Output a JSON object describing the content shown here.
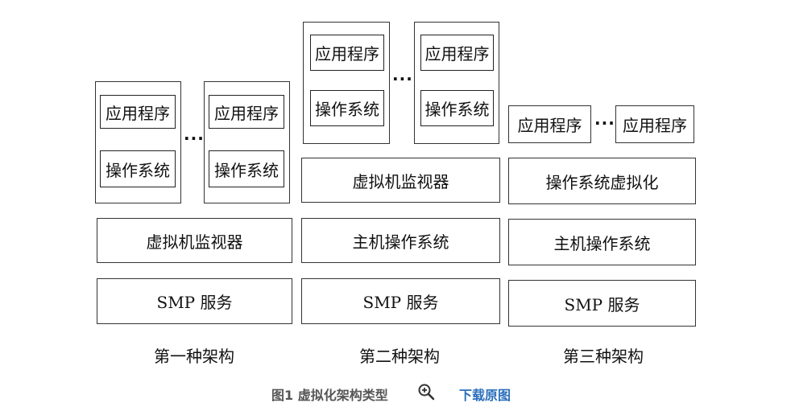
{
  "arch1": {
    "vm1_app": "应用程序",
    "vm1_os": "操作系统",
    "ellipsis": "···",
    "vm2_app": "应用程序",
    "vm2_os": "操作系统",
    "hypervisor": "虚拟机监视器",
    "smp": "SMP 服务",
    "label": "第一种架构"
  },
  "arch2": {
    "vm1_app": "应用程序",
    "vm1_os": "操作系统",
    "ellipsis": "···",
    "vm2_app": "应用程序",
    "vm2_os": "操作系统",
    "hypervisor": "虚拟机监视器",
    "host_os": "主机操作系统",
    "smp": "SMP 服务",
    "label": "第二种架构"
  },
  "arch3": {
    "app1": "应用程序",
    "ellipsis": "···",
    "app2": "应用程序",
    "os_virt": "操作系统虚拟化",
    "host_os": "主机操作系统",
    "smp": "SMP 服务",
    "label": "第三种架构"
  },
  "caption": {
    "figure_title": "图1 虚拟化架构类型",
    "zoom_icon": "zoom-in-icon",
    "download_link": "下载原图",
    "title_color": "#555555",
    "link_color": "#2a6ebb"
  }
}
